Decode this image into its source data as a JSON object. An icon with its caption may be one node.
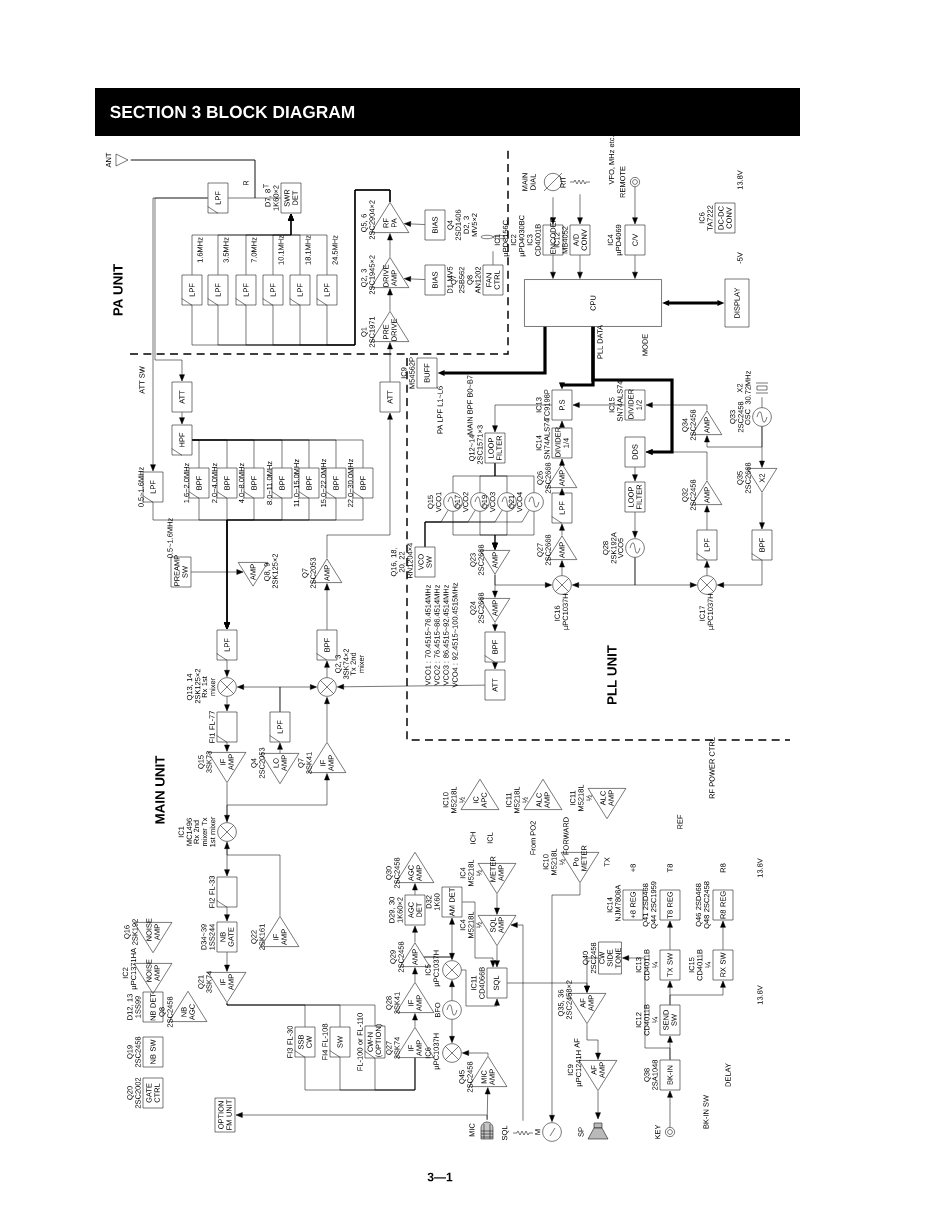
{
  "diagram": {
    "title": "SECTION 3 BLOCK DIAGRAM",
    "nodes": [
      {
        "text": [],
        "shape": "antenna",
        "beside": [
          "ANT"
        ]
      },
      {
        "text": [
          "LPF"
        ]
      },
      {
        "text": [
          "SWR DET"
        ],
        "beside": [
          "D7, 8 1K60×2"
        ]
      },
      {
        "text": [
          "LPF"
        ]
      },
      {
        "text": [
          "LPF"
        ]
      },
      {
        "text": [
          "LPF"
        ]
      },
      {
        "text": [
          "LPF"
        ]
      },
      {
        "text": [
          "LPF"
        ]
      },
      {
        "text": [
          "LPF"
        ]
      },
      {
        "text": [
          "PRE DRIVE"
        ],
        "beside": [
          "Q1 2SC1971"
        ]
      },
      {
        "text": [
          "DRIVE AMP"
        ],
        "beside": [
          "Q2, 3 2SC1945×2"
        ]
      },
      {
        "text": [
          "RF PA"
        ],
        "beside": [
          "Q5, 6 2SC2904×2"
        ]
      },
      {
        "text": [
          "BIAS"
        ],
        "beside": [
          "Q4 2SD1406 D2, 3 MV5×2"
        ]
      },
      {
        "text": [
          "BIAS"
        ],
        "beside": [
          "D1 MV5"
        ]
      },
      {
        "text": [],
        "shape": "picture"
      },
      {
        "text": [
          "FAN CTRL"
        ],
        "beside": [
          "Q7 2SB562 Q8 AN1202"
        ]
      },
      {
        "text": [
          "ATT"
        ]
      },
      {
        "text": [
          "HPF"
        ]
      },
      {
        "text": [
          "LPF"
        ]
      },
      {
        "text": [
          "BPF"
        ]
      },
      {
        "text": [
          "BPF"
        ]
      },
      {
        "text": [
          "BPF"
        ]
      },
      {
        "text": [
          "BPF"
        ]
      },
      {
        "text": [
          "BPF"
        ]
      },
      {
        "text": [
          "BPF"
        ]
      },
      {
        "text": [
          "BPF"
        ]
      },
      {
        "text": [
          "PREAMP SW"
        ]
      },
      {
        "text": [
          "AMP"
        ],
        "beside": [
          "Q8, 9 2SK125×2"
        ]
      },
      {
        "text": [
          "ATT"
        ]
      },
      {
        "text": [
          "AMP"
        ],
        "beside": [
          "Q7 2SC2053"
        ]
      },
      {
        "text": [
          "LPF"
        ]
      },
      {
        "text": [
          "BPF"
        ]
      },
      {
        "text": [],
        "shape": "circle",
        "beside": [
          "Rx 1st mixer",
          "Q13, 14 2SK125×2"
        ]
      },
      {
        "text": [],
        "shape": "circle",
        "beside": [
          "Q2, 3 3SK74×2",
          "Tx 2nd mixer"
        ]
      },
      {
        "text": [],
        "shape": "box",
        "beside": [
          "FI1 FL-77"
        ]
      },
      {
        "text": [
          "LPF"
        ]
      },
      {
        "text": [
          "IF AMP"
        ],
        "beside": [
          "Q15 3SK73"
        ]
      },
      {
        "text": [
          "LO AMP"
        ],
        "beside": [
          "Q4 2SC2053"
        ]
      },
      {
        "text": [
          "IF AMP"
        ],
        "beside": [
          "Q7 3SK41"
        ]
      },
      {
        "text": [],
        "shape": "circle",
        "beside": [
          "Rx 2nd mixer Tx 1st mixer",
          "IC1 MC1496"
        ]
      },
      {
        "text": [],
        "shape": "box",
        "beside": [
          "FI2 FL-33"
        ]
      },
      {
        "text": [
          "NB GATE"
        ],
        "beside": [
          "D34~39 1SS244"
        ]
      },
      {
        "text": [
          "IF AMP"
        ],
        "beside": [
          "Q21 3SK74"
        ]
      },
      {
        "text": [
          "IF AMP"
        ],
        "beside": [
          "Q22 2SK161"
        ]
      },
      {
        "text": [
          "NOISE AMP"
        ],
        "beside": [
          "Q16 2SK192"
        ]
      },
      {
        "text": [
          "NOISE AMP"
        ],
        "beside": [
          "IC2 µPC1371HA"
        ]
      },
      {
        "text": [
          "NB DET"
        ],
        "beside": [
          "D12, 13 1SS99"
        ]
      },
      {
        "text": [
          "NB AGC"
        ],
        "beside": [
          "Q8 2SC2458"
        ]
      },
      {
        "text": [
          "NB SW"
        ],
        "beside": [
          "Q19 2SC2458"
        ]
      },
      {
        "text": [
          "GATE CTRL"
        ],
        "beside": [
          "Q20 2SC2002"
        ]
      },
      {
        "text": [
          "OPTION FM UNIT"
        ]
      },
      {
        "text": [
          "SSB CW"
        ],
        "beside": [
          "FI3 FL-30"
        ]
      },
      {
        "text": [
          "SW"
        ],
        "beside": [
          "FI4 FL-108"
        ]
      },
      {
        "text": [
          "CW-N (OPTION)"
        ],
        "beside": [
          "FL-100 or FL-110"
        ]
      },
      {
        "text": [
          "IF AMP"
        ],
        "beside": [
          "Q27 3SK74"
        ]
      },
      {
        "text": [
          "IF AMP"
        ],
        "beside": [
          "Q28 3SK41"
        ]
      },
      {
        "text": [
          "AMP"
        ],
        "beside": [
          "Q29 2SC2458"
        ]
      },
      {
        "text": [
          "AGC DET"
        ],
        "beside": [
          "D29, 30 1K60×2"
        ]
      },
      {
        "text": [
          "AGC AMP"
        ],
        "beside": [
          "Q30 2SC2458"
        ]
      },
      {
        "text": [
          "AM DET"
        ],
        "beside": [
          "D32 1K60"
        ]
      },
      {
        "text": [],
        "shape": "circle",
        "beside": [
          "IC5 µPC1037H"
        ]
      },
      {
        "text": [],
        "shape": "circle",
        "beside": [
          "BFO"
        ]
      },
      {
        "text": [],
        "shape": "circle",
        "beside": [
          "IC6 µPC1037H"
        ]
      },
      {
        "text": [
          "MIC AMP"
        ],
        "beside": [
          "Q45 2SC2458"
        ]
      },
      {
        "text": [],
        "shape": "picture",
        "beside": [
          "MIC"
        ]
      },
      {
        "text": [
          "IC APC"
        ],
        "beside": [
          "IC10 M5218L ½"
        ]
      },
      {
        "text": [
          "ALC AMP"
        ],
        "beside": [
          "IC11 M5218L ½"
        ]
      },
      {
        "text": [
          "ALC AMP"
        ],
        "beside": [
          "IC11 M5218L ½"
        ]
      },
      {
        "text": [
          "Po METER"
        ],
        "beside": [
          "IC10 M5218L ½"
        ]
      },
      {
        "text": [
          "METER AMP"
        ],
        "beside": [
          "IC4 M5218L ½"
        ]
      },
      {
        "text": [
          "SQL AMP"
        ],
        "beside": [
          "IC4 M5218L ½"
        ]
      },
      {
        "text": [
          "SQL"
        ],
        "beside": [
          "IC11 CD4066B"
        ]
      },
      {
        "text": [
          "CW SIDE TONE"
        ],
        "beside": [
          "Q40 2SC2458"
        ]
      },
      {
        "text": [
          "AF AMP"
        ],
        "beside": [
          "Q35, 36 2SC2458×2"
        ]
      },
      {
        "text": [
          "AF AMP"
        ],
        "beside": [
          "IC9 µPC1241H"
        ]
      },
      {
        "text": [],
        "shape": "picture",
        "beside": [
          "SP"
        ]
      },
      {
        "text": [],
        "shape": "circle",
        "beside": [
          "M"
        ]
      },
      {
        "text": [],
        "shape": "picture",
        "beside": [
          "SQL"
        ]
      },
      {
        "text": [
          "+8 REG"
        ],
        "beside": [
          "IC14 NJM7808A"
        ]
      },
      {
        "text": [
          "T8 REG"
        ],
        "beside": [
          "Q41 2SD468 Q44 2SC1959"
        ]
      },
      {
        "text": [
          "R8 REG"
        ],
        "beside": [
          "Q46 2SD468 Q48 2SC2458"
        ]
      },
      {
        "text": [
          "TX SW"
        ],
        "beside": [
          "IC13 CD4011B ¼"
        ]
      },
      {
        "text": [
          "RX SW"
        ],
        "beside": [
          "IC15 CD4011B ¼"
        ]
      },
      {
        "text": [
          "SEND SW"
        ],
        "beside": [
          "IC12 CD4011B ¼"
        ]
      },
      {
        "text": [
          "BK-IN"
        ],
        "beside": [
          "Q38 2SA1048"
        ]
      },
      {
        "text": [],
        "shape": "circle",
        "beside": [
          "KEY"
        ]
      },
      {
        "text": [],
        "shape": "circle",
        "beside": [
          "VCO1",
          "Q15"
        ]
      },
      {
        "text": [],
        "shape": "circle",
        "beside": [
          "VCO2",
          "Q17"
        ]
      },
      {
        "text": [],
        "shape": "circle",
        "beside": [
          "VCO3",
          "Q19"
        ]
      },
      {
        "text": [],
        "shape": "circle",
        "beside": [
          "VCO4",
          "Q21"
        ]
      },
      {
        "text": [
          "LOOP FILTER"
        ],
        "beside": [
          "Q12~14 2SC1571×3"
        ]
      },
      {
        "text": [
          "VCO SW"
        ],
        "beside": [
          "Q16, 18, 20, 22 RN1204×4"
        ]
      },
      {
        "text": [
          "AMP"
        ],
        "beside": [
          "Q23 2SC2668"
        ]
      },
      {
        "text": [
          "AMP"
        ],
        "beside": [
          "Q24 2SC2668"
        ]
      },
      {
        "text": [
          "BPF"
        ]
      },
      {
        "text": [
          "ATT"
        ]
      },
      {
        "text": [],
        "shape": "circle",
        "beside": [
          "IC16 µPC1037H"
        ]
      },
      {
        "text": [
          "AMP"
        ],
        "beside": [
          "Q27 2SC2668"
        ]
      },
      {
        "text": [
          "LPF"
        ]
      },
      {
        "text": [
          "AMP"
        ],
        "beside": [
          "Q26 2SC2668"
        ]
      },
      {
        "text": [
          "DIVIDER 1/4"
        ],
        "beside": [
          "IC14 SN74ALS74"
        ]
      },
      {
        "text": [
          "P.S"
        ],
        "beside": [
          "IC13 TC9198P"
        ]
      },
      {
        "text": [
          "DIVIDER 1/2"
        ],
        "beside": [
          "IC15 SN74ALS74"
        ]
      },
      {
        "text": [
          "DDS"
        ]
      },
      {
        "text": [
          "LOOP FILTER"
        ]
      },
      {
        "text": [],
        "shape": "circle",
        "beside": [
          "VCO5",
          "Q28 2SK192A"
        ]
      },
      {
        "text": [],
        "shape": "circle",
        "beside": [
          "IC17 µPC1037H"
        ]
      },
      {
        "text": [
          "AMP"
        ],
        "beside": [
          "Q32 2SC2458"
        ]
      },
      {
        "text": [
          "LPF"
        ]
      },
      {
        "text": [
          "AMP"
        ],
        "beside": [
          "Q34 2SC2458"
        ]
      },
      {
        "text": [],
        "shape": "circle",
        "beside": [
          "OSC",
          "Q33 2SC2458"
        ]
      },
      {
        "text": [],
        "shape": "picture",
        "beside": [
          "X2 30.72MHz"
        ]
      },
      {
        "text": [
          "X2"
        ],
        "beside": [
          "Q35 2SC2668"
        ]
      },
      {
        "text": [
          "BPF"
        ]
      },
      {
        "text": [
          "BUFF"
        ],
        "beside": [
          "IC9 M54562P"
        ]
      },
      {
        "text": [],
        "shape": "picture",
        "beside": [
          "MAIN DIAL"
        ]
      },
      {
        "text": [
          "ENCODER"
        ],
        "beside": [
          "IC1 µPD8156C IC2 µPD4030BC IC3 CD4001B"
        ]
      },
      {
        "text": [],
        "shape": "picture",
        "beside": [
          "RIT"
        ]
      },
      {
        "text": [
          "A/D CONV"
        ],
        "beside": [
          "IC12 MB4052"
        ]
      },
      {
        "text": [],
        "shape": "circle",
        "beside": [
          "REMOTE"
        ]
      },
      {
        "text": [
          "C/V"
        ],
        "beside": [
          "IC4 µPD4069"
        ]
      },
      {
        "text": [
          "CPU"
        ]
      },
      {
        "text": [
          "DISPLAY"
        ]
      },
      {
        "text": [
          "DC-DC CONV"
        ],
        "beside": [
          "IC6 TA7222"
        ]
      }
    ],
    "edges": [
      {
        "from": 1,
        "to": 0,
        "arrow": "none"
      },
      {
        "from": 2,
        "to": 0,
        "arrow": "none"
      },
      {
        "from": 11,
        "to": 3,
        "arrow": "none"
      },
      {
        "from": 11,
        "to": 4,
        "arrow": "none"
      },
      {
        "from": 11,
        "to": 5,
        "arrow": "none"
      },
      {
        "from": 11,
        "to": 6,
        "arrow": "none"
      },
      {
        "from": 11,
        "to": 7,
        "arrow": "none"
      },
      {
        "from": 11,
        "to": 8,
        "arrow": "none"
      },
      {
        "from": 3,
        "to": 2,
        "arrow": "to"
      },
      {
        "from": 4,
        "to": 2,
        "arrow": "to"
      },
      {
        "from": 5,
        "to": 2,
        "arrow": "to"
      },
      {
        "from": 6,
        "to": 2,
        "arrow": "to"
      },
      {
        "from": 7,
        "to": 2,
        "arrow": "to"
      },
      {
        "from": 8,
        "to": 2,
        "arrow": "to"
      },
      {
        "from": 1,
        "to": 16,
        "arrow": "to"
      },
      {
        "from": 1,
        "to": 18,
        "arrow": "to"
      },
      {
        "from": 16,
        "to": 17,
        "arrow": "to"
      },
      {
        "from": 17,
        "to": 19,
        "arrow": "none"
      },
      {
        "from": 17,
        "to": 20,
        "arrow": "none"
      },
      {
        "from": 17,
        "to": 21,
        "arrow": "none"
      },
      {
        "from": 17,
        "to": 22,
        "arrow": "none"
      },
      {
        "from": 17,
        "to": 23,
        "arrow": "none"
      },
      {
        "from": 17,
        "to": 24,
        "arrow": "none"
      },
      {
        "from": 17,
        "to": 25,
        "arrow": "none"
      },
      {
        "from": 18,
        "to": 30,
        "arrow": "to"
      },
      {
        "from": 19,
        "to": 30,
        "arrow": "to"
      },
      {
        "from": 20,
        "to": 30,
        "arrow": "to"
      },
      {
        "from": 21,
        "to": 30,
        "arrow": "to"
      },
      {
        "from": 22,
        "to": 30,
        "arrow": "to"
      },
      {
        "from": 23,
        "to": 30,
        "arrow": "to"
      },
      {
        "from": 24,
        "to": 30,
        "arrow": "to"
      },
      {
        "from": 25,
        "to": 30,
        "arrow": "to"
      },
      {
        "from": 26,
        "to": 27,
        "arrow": "to"
      },
      {
        "from": 30,
        "to": 32,
        "arrow": "to"
      },
      {
        "from": 32,
        "to": 34,
        "arrow": "to"
      },
      {
        "from": 34,
        "to": 36,
        "arrow": "to"
      },
      {
        "from": 36,
        "to": 39,
        "arrow": "to"
      },
      {
        "from": 39,
        "to": 40,
        "arrow": "to"
      },
      {
        "from": 40,
        "to": 41,
        "arrow": "to"
      },
      {
        "from": 41,
        "to": 42,
        "arrow": "to"
      },
      {
        "from": 42,
        "to": 51,
        "arrow": "none"
      },
      {
        "from": 42,
        "to": 52,
        "arrow": "none"
      },
      {
        "from": 42,
        "to": 53,
        "arrow": "none"
      },
      {
        "from": 51,
        "to": 54,
        "arrow": "none"
      },
      {
        "from": 52,
        "to": 54,
        "arrow": "none"
      },
      {
        "from": 53,
        "to": 54,
        "arrow": "none"
      },
      {
        "from": 54,
        "to": 55,
        "arrow": "to"
      },
      {
        "from": 55,
        "to": 56,
        "arrow": "to"
      },
      {
        "from": 56,
        "to": 57,
        "arrow": "to"
      },
      {
        "from": 57,
        "to": 58,
        "arrow": "to"
      },
      {
        "from": 56,
        "to": 59,
        "arrow": "to"
      },
      {
        "from": 56,
        "to": 60,
        "arrow": "to"
      },
      {
        "from": 61,
        "to": 60,
        "arrow": "to"
      },
      {
        "from": 61,
        "to": 62,
        "arrow": "to"
      },
      {
        "from": 63,
        "to": 62,
        "arrow": "to"
      },
      {
        "from": 64,
        "to": 63,
        "arrow": "to"
      },
      {
        "from": 64,
        "to": 50,
        "arrow": "to"
      },
      {
        "from": 60,
        "to": 71,
        "arrow": "to"
      },
      {
        "from": 59,
        "to": 71,
        "arrow": "to"
      },
      {
        "from": 69,
        "to": 70,
        "arrow": "to"
      },
      {
        "from": 70,
        "to": 71,
        "arrow": "to"
      },
      {
        "from": 71,
        "to": 73,
        "arrow": "to"
      },
      {
        "from": 72,
        "to": 73,
        "arrow": "to"
      },
      {
        "from": 73,
        "to": 74,
        "arrow": "to"
      },
      {
        "from": 74,
        "to": 75,
        "arrow": "to"
      },
      {
        "from": 77,
        "to": 70,
        "arrow": "to"
      },
      {
        "from": 68,
        "to": 76,
        "arrow": "to"
      },
      {
        "from": 95,
        "to": 33,
        "arrow": "to"
      },
      {
        "from": 35,
        "to": 32,
        "arrow": "to"
      },
      {
        "from": 35,
        "to": 33,
        "arrow": "to"
      },
      {
        "from": 37,
        "to": 35,
        "arrow": "to"
      },
      {
        "from": 43,
        "to": 39,
        "arrow": "to"
      },
      {
        "from": 39,
        "to": 38,
        "arrow": "to"
      },
      {
        "from": 38,
        "to": 33,
        "arrow": "to"
      },
      {
        "from": 33,
        "to": 31,
        "arrow": "to"
      },
      {
        "from": 31,
        "to": 29,
        "arrow": "to"
      },
      {
        "from": 29,
        "to": 28,
        "arrow": "to"
      },
      {
        "from": 28,
        "to": 9,
        "arrow": "to"
      },
      {
        "from": 9,
        "to": 10,
        "arrow": "to"
      },
      {
        "from": 10,
        "to": 11,
        "arrow": "to"
      },
      {
        "from": 13,
        "to": 10,
        "arrow": "to"
      },
      {
        "from": 12,
        "to": 11,
        "arrow": "to"
      },
      {
        "from": 15,
        "to": 14,
        "arrow": "none"
      },
      {
        "from": 90,
        "to": 86,
        "arrow": "none"
      },
      {
        "from": 90,
        "to": 87,
        "arrow": "none"
      },
      {
        "from": 90,
        "to": 88,
        "arrow": "none"
      },
      {
        "from": 90,
        "to": 89,
        "arrow": "none"
      },
      {
        "from": 91,
        "to": 86,
        "arrow": "none"
      },
      {
        "from": 91,
        "to": 87,
        "arrow": "none"
      },
      {
        "from": 91,
        "to": 88,
        "arrow": "none"
      },
      {
        "from": 91,
        "to": 89,
        "arrow": "none"
      },
      {
        "from": 86,
        "to": 92,
        "arrow": "to"
      },
      {
        "from": 87,
        "to": 92,
        "arrow": "to"
      },
      {
        "from": 88,
        "to": 92,
        "arrow": "to"
      },
      {
        "from": 89,
        "to": 92,
        "arrow": "to"
      },
      {
        "from": 92,
        "to": 93,
        "arrow": "to"
      },
      {
        "from": 93,
        "to": 94,
        "arrow": "to"
      },
      {
        "from": 94,
        "to": 95,
        "arrow": "to"
      },
      {
        "from": 92,
        "to": 96,
        "arrow": "to"
      },
      {
        "from": 96,
        "to": 97,
        "arrow": "to"
      },
      {
        "from": 97,
        "to": 98,
        "arrow": "to"
      },
      {
        "from": 98,
        "to": 99,
        "arrow": "to"
      },
      {
        "from": 99,
        "to": 100,
        "arrow": "to"
      },
      {
        "from": 100,
        "to": 101,
        "arrow": "to"
      },
      {
        "from": 101,
        "to": 90,
        "arrow": "to"
      },
      {
        "from": 102,
        "to": 101,
        "arrow": "to"
      },
      {
        "from": 109,
        "to": 102,
        "arrow": "to"
      },
      {
        "from": 110,
        "to": 109,
        "arrow": "to"
      },
      {
        "from": 110,
        "to": 112,
        "arrow": "to"
      },
      {
        "from": 112,
        "to": 113,
        "arrow": "to"
      },
      {
        "from": 113,
        "to": 106,
        "arrow": "to"
      },
      {
        "from": 106,
        "to": 108,
        "arrow": "to"
      },
      {
        "from": 108,
        "to": 107,
        "arrow": "to"
      },
      {
        "from": 107,
        "to": 103,
        "arrow": "to"
      },
      {
        "from": 103,
        "to": 104,
        "arrow": "to"
      },
      {
        "from": 104,
        "to": 105,
        "arrow": "to"
      },
      {
        "from": 105,
        "to": 96,
        "arrow": "to"
      },
      {
        "from": 105,
        "to": 106,
        "arrow": "to"
      },
      {
        "from": 111,
        "to": 110,
        "arrow": "none"
      },
      {
        "from": 115,
        "to": 116,
        "arrow": "to"
      },
      {
        "from": 116,
        "to": 121,
        "arrow": "to"
      },
      {
        "from": 117,
        "to": 118,
        "arrow": "to"
      },
      {
        "from": 118,
        "to": 121,
        "arrow": "to"
      },
      {
        "from": 119,
        "to": 120,
        "arrow": "to"
      },
      {
        "from": 120,
        "to": 121,
        "arrow": "to"
      },
      {
        "from": 121,
        "to": 122,
        "arrow": "both",
        "style": "thick"
      },
      {
        "from": 121,
        "to": 114,
        "arrow": "to",
        "style": "thick"
      },
      {
        "from": 121,
        "to": 101,
        "arrow": "to",
        "style": "thick"
      },
      {
        "from": 121,
        "to": 103,
        "arrow": "to",
        "style": "thick"
      },
      {
        "from": 85,
        "to": 84,
        "arrow": "to"
      },
      {
        "from": 84,
        "to": 83,
        "arrow": "to"
      },
      {
        "from": 83,
        "to": 81,
        "arrow": "to"
      },
      {
        "from": 83,
        "to": 82,
        "arrow": "to"
      },
      {
        "from": 81,
        "to": 79,
        "arrow": "to"
      },
      {
        "from": 82,
        "to": 80,
        "arrow": "to"
      },
      {
        "from": 84,
        "to": 72,
        "arrow": "to"
      }
    ],
    "labels": [
      "PA UNIT",
      "R",
      "T",
      "1.6MHz",
      "3.5MHz",
      "7.0MHz",
      "10.1MHz",
      "18.1MHz",
      "24.5MHz",
      "ATT SW",
      "0.5~1.6MHz",
      "1.6~2.0MHz",
      "2.0~4.0MHz",
      "4.0~8.0MHz",
      "8.0~11.0MHz",
      "11.0~15.0MHz",
      "15.0~22.0MHz",
      "22.0~30.0MHz",
      "0.5~1.6MHz",
      "PA LPF L1~L6",
      "MAIN BPF B0~B7",
      "PLL DATA",
      "MODE",
      "VFO, MHz etc.",
      "-5V",
      "13.8V",
      "VCO1 : 70.4515~76.4514MHz",
      "VCO2 : 76.4515~86.4514MHz",
      "VCO3 : 86.4515~92.4514MHz",
      "VCO4 : 92.4515~100.4515MHz",
      "MAIN UNIT",
      "PLL UNIT",
      "ICH",
      "ICL",
      "From PO2",
      "FORWARD",
      "TX",
      "REF",
      "RF POWER CTRL",
      "+8",
      "T8",
      "R8",
      "13.8V",
      "13.8V",
      "AF",
      "DELAY",
      "BK-IN SW",
      "3—1"
    ]
  }
}
